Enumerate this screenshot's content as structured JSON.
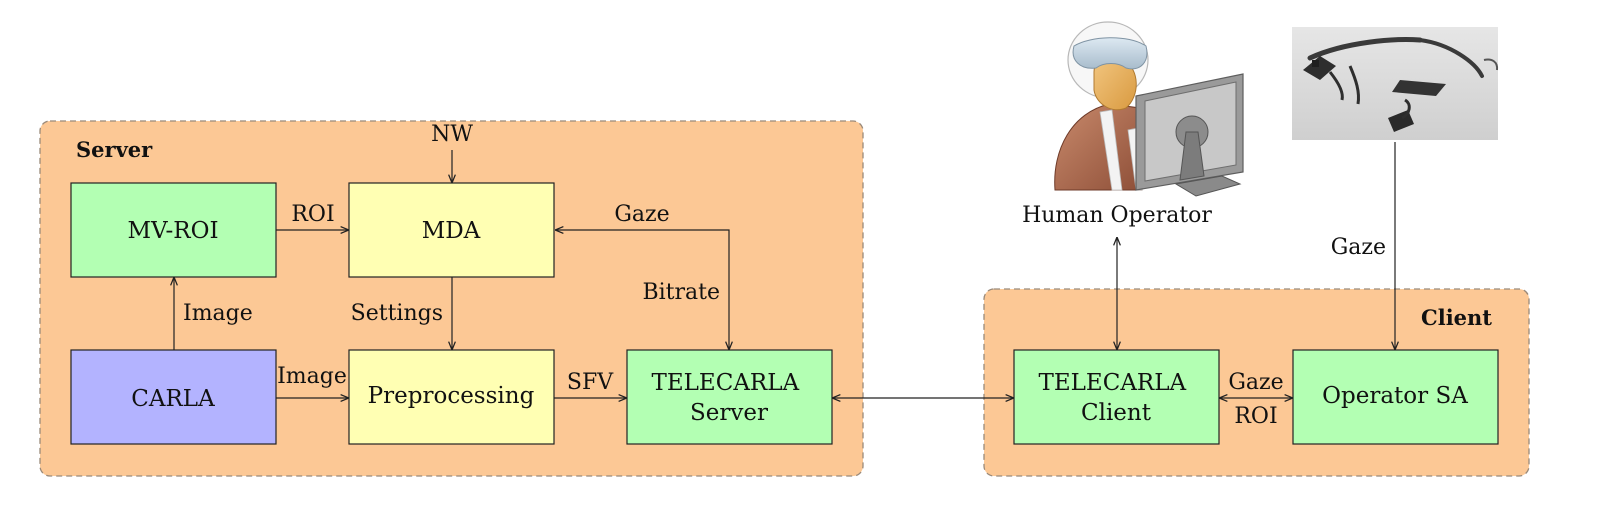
{
  "colors": {
    "group_fill": "#fcc895",
    "green": "#b3ffb3",
    "yellow": "#ffffb3",
    "blue": "#b3b3ff"
  },
  "groups": {
    "server": {
      "title": "Server"
    },
    "client": {
      "title": "Client"
    }
  },
  "nodes": {
    "mvroi": {
      "lines": [
        "MV-ROI"
      ]
    },
    "mda": {
      "lines": [
        "MDA"
      ]
    },
    "carla": {
      "lines": [
        "CARLA"
      ]
    },
    "preprocessing": {
      "lines": [
        "Preprocessing"
      ]
    },
    "telecarla_server": {
      "lines": [
        "TELECARLA",
        "Server"
      ]
    },
    "telecarla_client": {
      "lines": [
        "TELECARLA",
        "Client"
      ]
    },
    "operator_sa": {
      "lines": [
        "Operator SA"
      ]
    }
  },
  "images": {
    "human_operator": {
      "icon": "human-operator-at-monitor",
      "caption": "Human Operator"
    },
    "eye_tracker": {
      "icon": "eye-tracking-glasses"
    }
  },
  "edges": {
    "nw": "NW",
    "roi": "ROI",
    "gaze_server": "Gaze",
    "image_up": "Image",
    "settings": "Settings",
    "bitrate": "Bitrate",
    "image_right": "Image",
    "sfv": "SFV",
    "gaze_client": "Gaze",
    "roi_client": "ROI",
    "gaze_tracker": "Gaze"
  }
}
